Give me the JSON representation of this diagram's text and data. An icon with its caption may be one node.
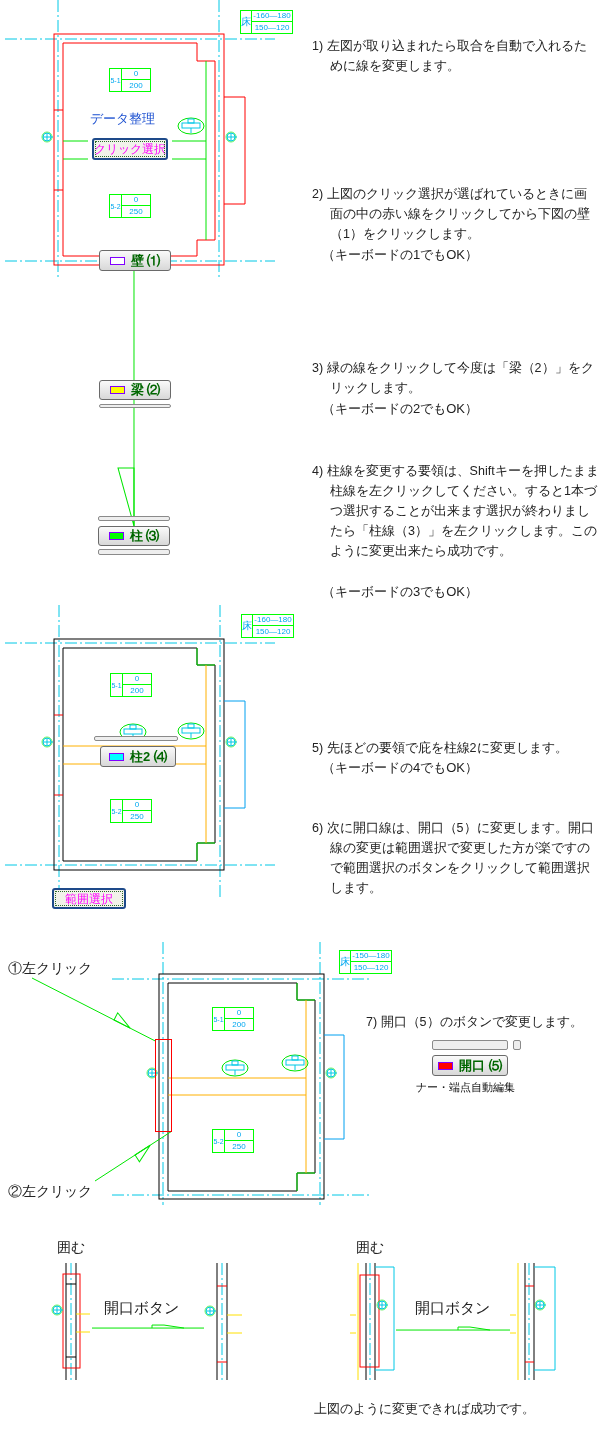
{
  "diagram": {
    "nodes": [
      {
        "text": [
          "クリック選択"
        ]
      },
      {
        "text": [
          "壁 ⑴"
        ]
      },
      {
        "text": [
          "梁 ⑵"
        ]
      },
      {
        "text": [
          "柱 ⑶"
        ]
      },
      {
        "text": [
          "柱2 ⑷"
        ]
      },
      {
        "text": [
          "範囲選択"
        ]
      },
      {
        "text": [
          "①左クリック"
        ]
      },
      {
        "text": [
          "②左クリック"
        ]
      },
      {
        "text": [],
        "shape": "box"
      },
      {
        "text": [
          "開口 ⑸"
        ],
        "beside": [
          "ナー・端点自動編集"
        ]
      },
      {
        "text": [],
        "shape": "picture",
        "beside": [
          "囲む"
        ]
      },
      {
        "text": [],
        "shape": "picture"
      },
      {
        "text": [],
        "shape": "picture",
        "beside": [
          "囲む"
        ]
      },
      {
        "text": [],
        "shape": "picture"
      }
    ],
    "edges": [
      {
        "from": 1,
        "to": 2,
        "arrow": "none"
      },
      {
        "from": 2,
        "to": 3,
        "arrow": "to"
      },
      {
        "from": 6,
        "to": 8,
        "arrow": "to"
      },
      {
        "from": 7,
        "to": 8,
        "arrow": "to"
      },
      {
        "from": 10,
        "to": 11,
        "arrow": "to",
        "label": "開口ボタン"
      },
      {
        "from": 12,
        "to": 13,
        "arrow": "to",
        "label": "開口ボタン"
      }
    ],
    "labels": [
      "床",
      "-160—180",
      "150—120",
      "1) 左図が取り込まれたら取合を自動で入れるために線を変更します。",
      "5-1",
      "0",
      "200",
      "データ整理",
      "2) 上図のクリック選択が選ばれているときに画面の中の赤い線をクリックしてから下図の壁（1）をクリックします。",
      "（キーボードの1でもOK）",
      "5-2",
      "0",
      "250",
      "3) 緑の線をクリックして今度は「梁（2）」をクリックします。",
      "（キーボードの2でもOK）",
      "4) 柱線を変更する要領は、Shiftキーを押したまま柱線を左クリックしてください。すると1本づつ選択することが出来ます選択が終わりましたら「柱線（3）」を左クリックします。このように変更出来たら成功です。",
      "（キーボードの3でもOK）",
      "床",
      "-160—180",
      "150—120",
      "5-1",
      "0",
      "200",
      "5) 先ほどの要領で庇を柱線2に変更します。",
      "（キーボードの4でもOK）",
      "5-2",
      "0",
      "250",
      "6) 次に開口線は、開口（5）に変更します。開口線の変更は範囲選択で変更した方が楽ですので範囲選択のボタンをクリックして範囲選択します。",
      "床",
      "-150—180",
      "150—120",
      "5-1",
      "0",
      "200",
      "7) 開口（5）のボタンで変更します。",
      "5-2",
      "0",
      "250",
      "上図のように変更できれば成功です。"
    ]
  }
}
